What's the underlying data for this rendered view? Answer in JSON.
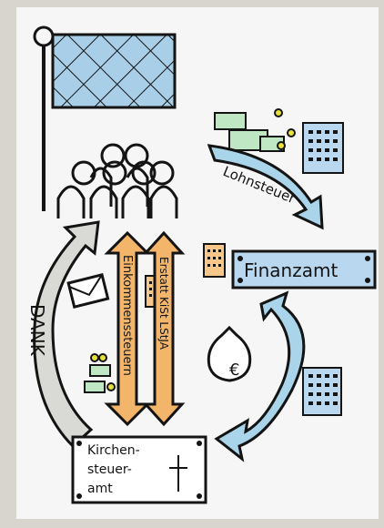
{
  "labels": {
    "lohnsteuer": "Lohnsteuer",
    "finanzamt": "Finanzamt",
    "einkommenssteuern": "Einkommenssteuern",
    "erstatt": "Erstatt KiSt LStJA",
    "dank": "DANK",
    "kirchensteueramt_line1": "Kirchen-",
    "kirchensteueramt_line2": "steuer-",
    "kirchensteueramt_line3": "amt"
  },
  "icons": {
    "flag": "flag-icon",
    "people": "people-icon",
    "money_bag": "money-bag-icon",
    "envelope": "envelope-icon",
    "cross": "cross-icon",
    "calculator": "calculator-icon",
    "banknote": "banknote-icon",
    "coin": "coin-icon"
  },
  "colors": {
    "blue_arrow": "#a9d4ea",
    "orange_arrow": "#f2b56a",
    "gray_arrow": "#d9d9d6",
    "calculator_blue": "#b9d7ee",
    "calculator_orange": "#f7c789",
    "money_green": "#bfe7c3",
    "coin_yellow": "#e8e23a",
    "ink": "#141414",
    "frame": "#d8d5cf",
    "paper": "#f5f6f5"
  }
}
